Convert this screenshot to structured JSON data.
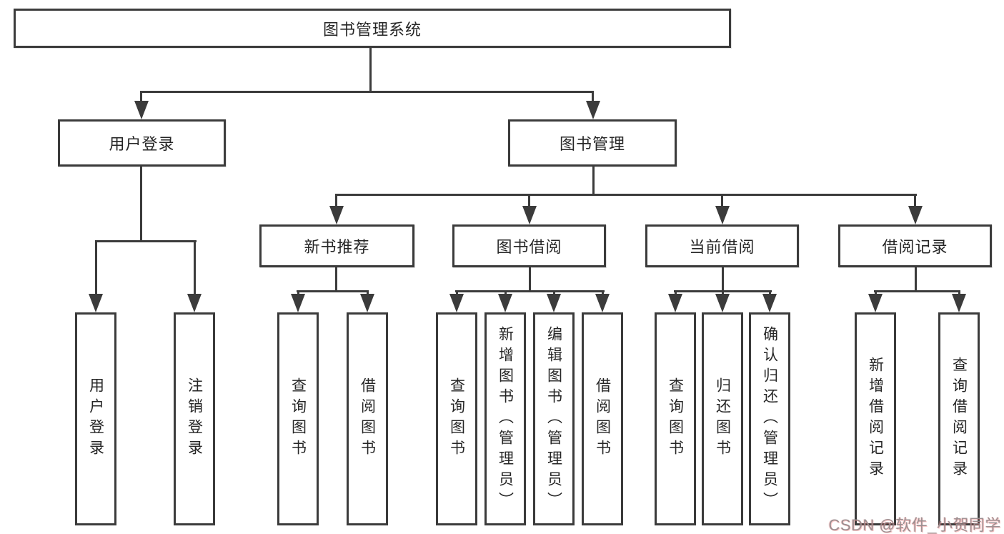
{
  "tree": {
    "root": "图书管理系统",
    "level1": [
      {
        "label": "用户登录",
        "leaves": [
          "用户登录",
          "注销登录"
        ]
      },
      {
        "label": "图书管理",
        "children": [
          {
            "label": "新书推荐",
            "leaves": [
              "查询图书",
              "借阅图书"
            ]
          },
          {
            "label": "图书借阅",
            "leaves": [
              "查询图书",
              "新增图书（管理员）",
              "编辑图书（管理员）",
              "借阅图书"
            ]
          },
          {
            "label": "当前借阅",
            "leaves": [
              "查询图书",
              "归还图书",
              "确认归还（管理员）"
            ]
          },
          {
            "label": "借阅记录",
            "leaves": [
              "新增借阅记录",
              "查询借阅记录"
            ]
          }
        ]
      }
    ]
  },
  "colors": {
    "line": "#3b3b3b",
    "text": "#262626",
    "background": "#ffffff",
    "watermark": "#968c8e"
  },
  "watermark": {
    "text": "CSDN @软件_小贺同学"
  }
}
